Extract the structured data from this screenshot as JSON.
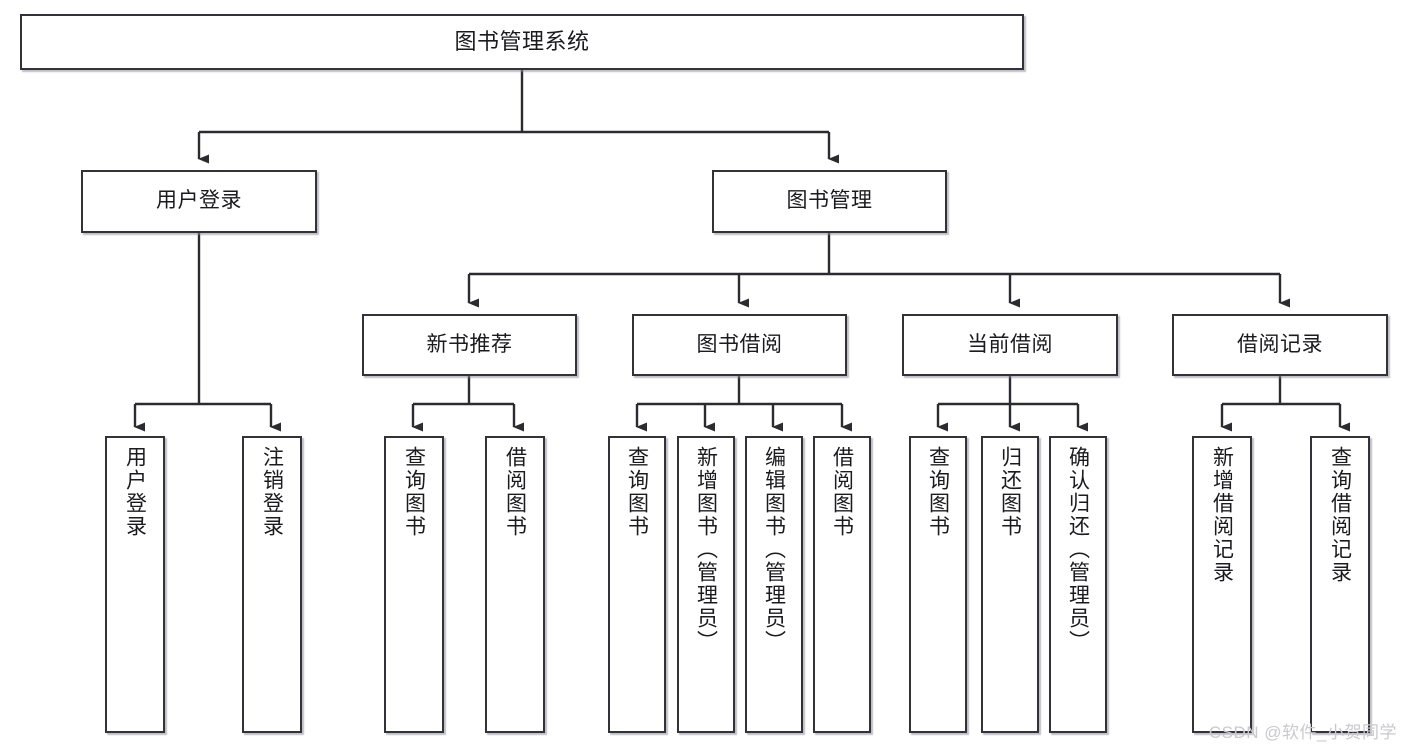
{
  "diagram": {
    "title": "图书管理系统",
    "type": "tree-hierarchy",
    "watermark": "CSDN @软件_小贺同学",
    "colors": {
      "node_border": "#32323a",
      "node_fill": "#ffffff",
      "edge": "#2b2b30",
      "text": "#1b1b1f",
      "watermark": "#c9c9cf"
    },
    "nodes": {
      "root": {
        "label": "图书管理系统"
      },
      "level2": [
        {
          "label": "用户登录"
        },
        {
          "label": "图书管理"
        }
      ],
      "level3": [
        {
          "label": "新书推荐"
        },
        {
          "label": "图书借阅"
        },
        {
          "label": "当前借阅"
        },
        {
          "label": "借阅记录"
        }
      ],
      "leaves": {
        "user_login": [
          {
            "label": "用户登录"
          },
          {
            "label": "注销登录"
          }
        ],
        "new_book_recommend": [
          {
            "label": "查询图书"
          },
          {
            "label": "借阅图书"
          }
        ],
        "book_borrow": [
          {
            "label": "查询图书"
          },
          {
            "label": "新增图书（管理员）"
          },
          {
            "label": "编辑图书（管理员）"
          },
          {
            "label": "借阅图书"
          }
        ],
        "current_borrow": [
          {
            "label": "查询图书"
          },
          {
            "label": "归还图书"
          },
          {
            "label": "确认归还（管理员）"
          }
        ],
        "borrow_record": [
          {
            "label": "新增借阅记录"
          },
          {
            "label": "查询借阅记录"
          }
        ]
      }
    }
  }
}
